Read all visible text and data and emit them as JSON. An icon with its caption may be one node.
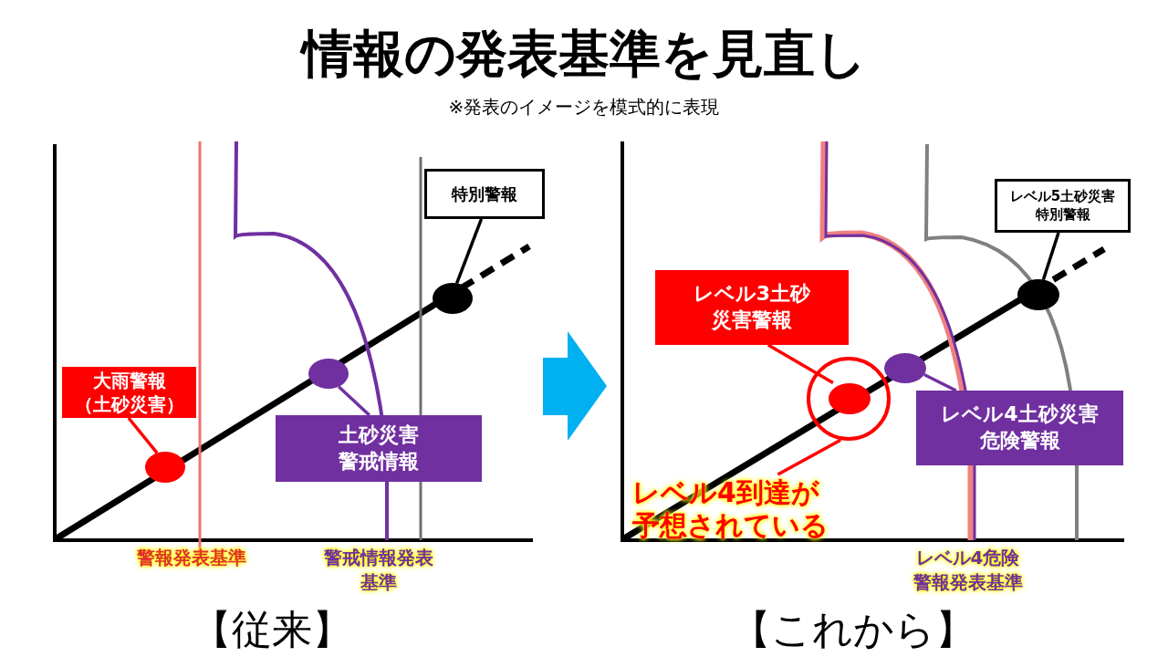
{
  "diagram": {
    "title": "情報の発表基準を見直し",
    "nodes": [
      {
        "text": [
          "大雨警報",
          "（土砂災害）"
        ]
      },
      {
        "text": [],
        "shape": "circle"
      },
      {
        "text": [
          "土砂災害警戒情報"
        ]
      },
      {
        "text": [],
        "shape": "circle"
      },
      {
        "text": [
          "特別警報"
        ]
      },
      {
        "text": [],
        "shape": "circle"
      },
      {
        "text": [
          "レベル3土砂災害警報"
        ]
      },
      {
        "text": [],
        "shape": "circle"
      },
      {
        "text": [],
        "shape": "circle",
        "in": 7
      },
      {
        "text": [
          "レベル4到達が予想されている"
        ]
      },
      {
        "text": [],
        "shape": "circle"
      },
      {
        "text": [
          "レベル4土砂災害危険警報"
        ]
      },
      {
        "text": [
          "レベル5土砂災害特別警報"
        ]
      },
      {
        "text": [],
        "shape": "circle"
      }
    ],
    "edges": [
      {
        "from": 0,
        "to": 1,
        "arrow": "none"
      },
      {
        "from": 2,
        "to": 3,
        "arrow": "none",
        "color": "#7030a0"
      },
      {
        "from": 4,
        "to": 5,
        "arrow": "none",
        "color": "#000000"
      },
      {
        "from": 6,
        "to": 8,
        "arrow": "none"
      },
      {
        "from": 9,
        "to": 7,
        "arrow": "none"
      },
      {
        "from": 11,
        "to": 10,
        "arrow": "none",
        "color": "#7030a0"
      },
      {
        "from": 12,
        "to": 13,
        "arrow": "none",
        "color": "#000000"
      }
    ],
    "labels": [
      "※発表のイメージを模式的に表現",
      "警報発表基準",
      "警戒情報発表基準",
      "【従来】",
      "レベル4危険警報発表基準",
      "【これから】"
    ]
  }
}
